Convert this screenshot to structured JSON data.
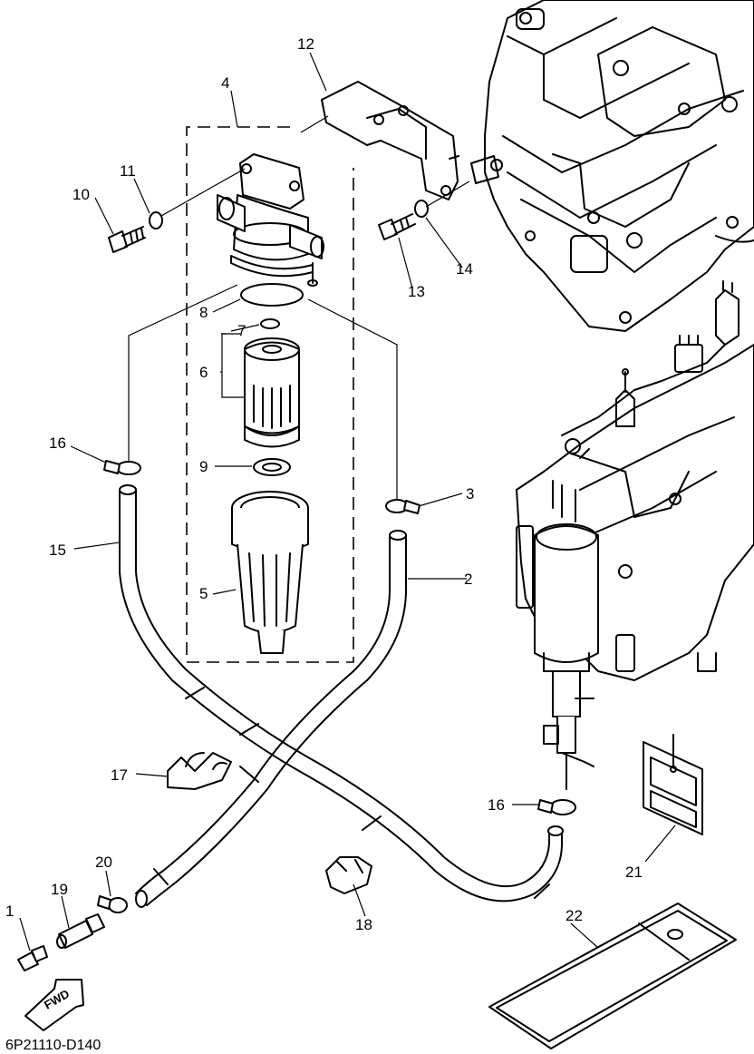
{
  "diagram_code": "6P21110-D140",
  "fwd_label": "FWD",
  "callouts": [
    "1",
    "2",
    "3",
    "4",
    "5",
    "6",
    "7",
    "8",
    "9",
    "10",
    "11",
    "12",
    "13",
    "14",
    "15",
    "16",
    "16",
    "17",
    "18",
    "19",
    "20",
    "21",
    "22"
  ]
}
